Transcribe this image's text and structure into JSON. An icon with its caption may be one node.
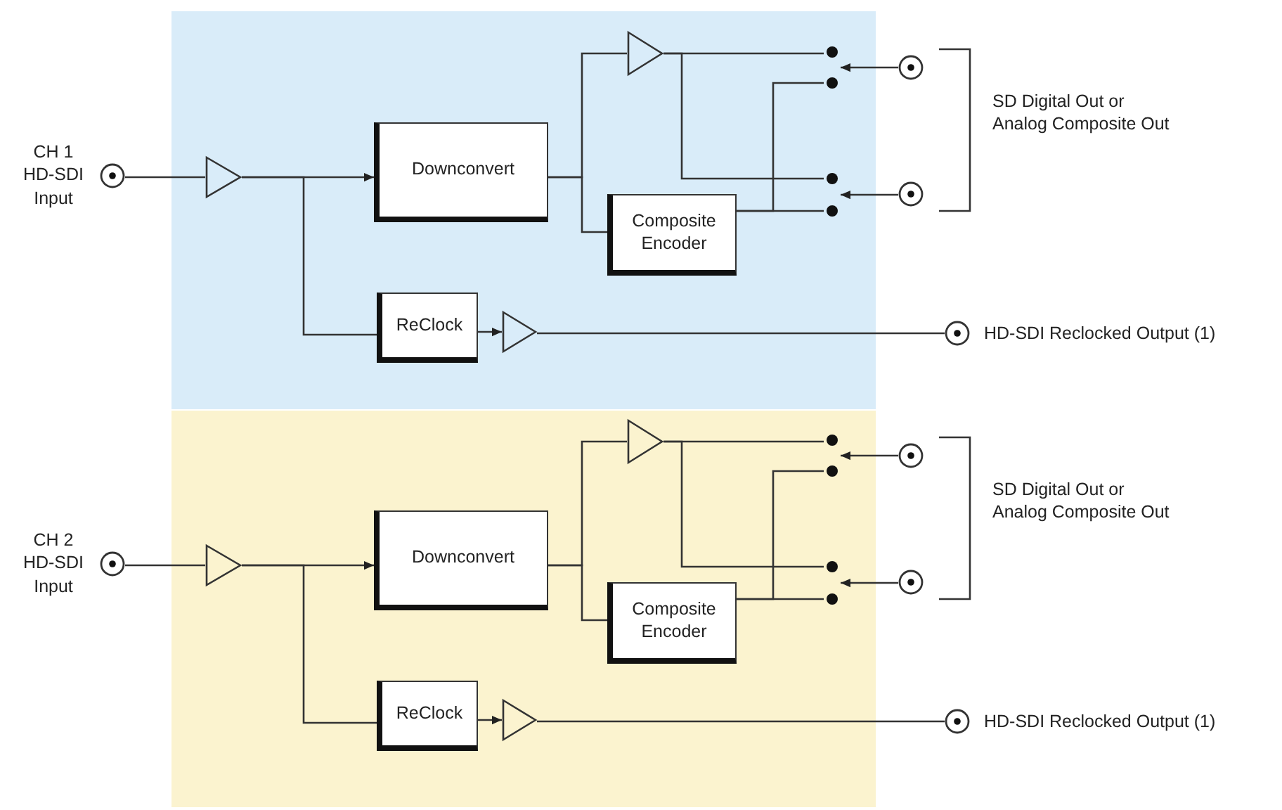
{
  "diagram": {
    "nodes": [
      {
        "text": [],
        "shape": "box"
      },
      {
        "text": [],
        "shape": "circle",
        "beside": [
          "CH 1 HD-SDI Input"
        ]
      },
      {
        "text": [],
        "shape": "triangle",
        "in": 0
      },
      {
        "text": [
          "Downconvert"
        ],
        "in": 0
      },
      {
        "text": [],
        "shape": "triangle",
        "in": 0
      },
      {
        "text": [
          "Composite Encoder"
        ],
        "in": 0
      },
      {
        "text": [
          "ReClock"
        ],
        "in": 0
      },
      {
        "text": [],
        "shape": "triangle",
        "in": 0
      },
      {
        "text": [],
        "shape": "switch",
        "in": 0
      },
      {
        "text": [],
        "shape": "switch",
        "in": 0
      },
      {
        "text": [],
        "shape": "circle"
      },
      {
        "text": [],
        "shape": "circle"
      },
      {
        "text": [],
        "shape": "circle",
        "beside": [
          "HD-SDI Reclocked Output (1)"
        ]
      },
      {
        "text": [],
        "shape": "box"
      },
      {
        "text": [],
        "shape": "circle",
        "beside": [
          "CH 2 HD-SDI Input"
        ]
      },
      {
        "text": [],
        "shape": "triangle",
        "in": 13
      },
      {
        "text": [
          "Downconvert"
        ],
        "in": 13
      },
      {
        "text": [],
        "shape": "triangle",
        "in": 13
      },
      {
        "text": [
          "Composite Encoder"
        ],
        "in": 13
      },
      {
        "text": [
          "ReClock"
        ],
        "in": 13
      },
      {
        "text": [],
        "shape": "triangle",
        "in": 13
      },
      {
        "text": [],
        "shape": "switch",
        "in": 13
      },
      {
        "text": [],
        "shape": "switch",
        "in": 13
      },
      {
        "text": [],
        "shape": "circle"
      },
      {
        "text": [],
        "shape": "circle"
      },
      {
        "text": [],
        "shape": "circle",
        "beside": [
          "HD-SDI Reclocked Output (1)"
        ]
      }
    ],
    "edges": [
      {
        "from": 1,
        "to": 2,
        "arrow": "none"
      },
      {
        "from": 2,
        "to": 3,
        "arrow": "to"
      },
      {
        "from": 2,
        "to": 6,
        "arrow": "none"
      },
      {
        "from": 6,
        "to": 7,
        "arrow": "to"
      },
      {
        "from": 7,
        "to": 12,
        "arrow": "none"
      },
      {
        "from": 3,
        "to": 4,
        "arrow": "none"
      },
      {
        "from": 3,
        "to": 5,
        "arrow": "none"
      },
      {
        "from": 4,
        "to": 8,
        "arrow": "none"
      },
      {
        "from": 4,
        "to": 9,
        "arrow": "none"
      },
      {
        "from": 5,
        "to": 8,
        "arrow": "none"
      },
      {
        "from": 5,
        "to": 9,
        "arrow": "none"
      },
      {
        "from": 10,
        "to": 8,
        "arrow": "to"
      },
      {
        "from": 11,
        "to": 9,
        "arrow": "to"
      },
      {
        "from": 14,
        "to": 15,
        "arrow": "none"
      },
      {
        "from": 15,
        "to": 16,
        "arrow": "to"
      },
      {
        "from": 15,
        "to": 19,
        "arrow": "none"
      },
      {
        "from": 19,
        "to": 20,
        "arrow": "to"
      },
      {
        "from": 20,
        "to": 25,
        "arrow": "none"
      },
      {
        "from": 16,
        "to": 17,
        "arrow": "none"
      },
      {
        "from": 16,
        "to": 18,
        "arrow": "none"
      },
      {
        "from": 17,
        "to": 21,
        "arrow": "none"
      },
      {
        "from": 17,
        "to": 22,
        "arrow": "none"
      },
      {
        "from": 18,
        "to": 21,
        "arrow": "none"
      },
      {
        "from": 18,
        "to": 22,
        "arrow": "none"
      },
      {
        "from": 23,
        "to": 21,
        "arrow": "to"
      },
      {
        "from": 24,
        "to": 22,
        "arrow": "to"
      }
    ],
    "labels": [
      "SD Digital Out or Analog Composite Out",
      "SD Digital Out or Analog Composite Out"
    ]
  }
}
